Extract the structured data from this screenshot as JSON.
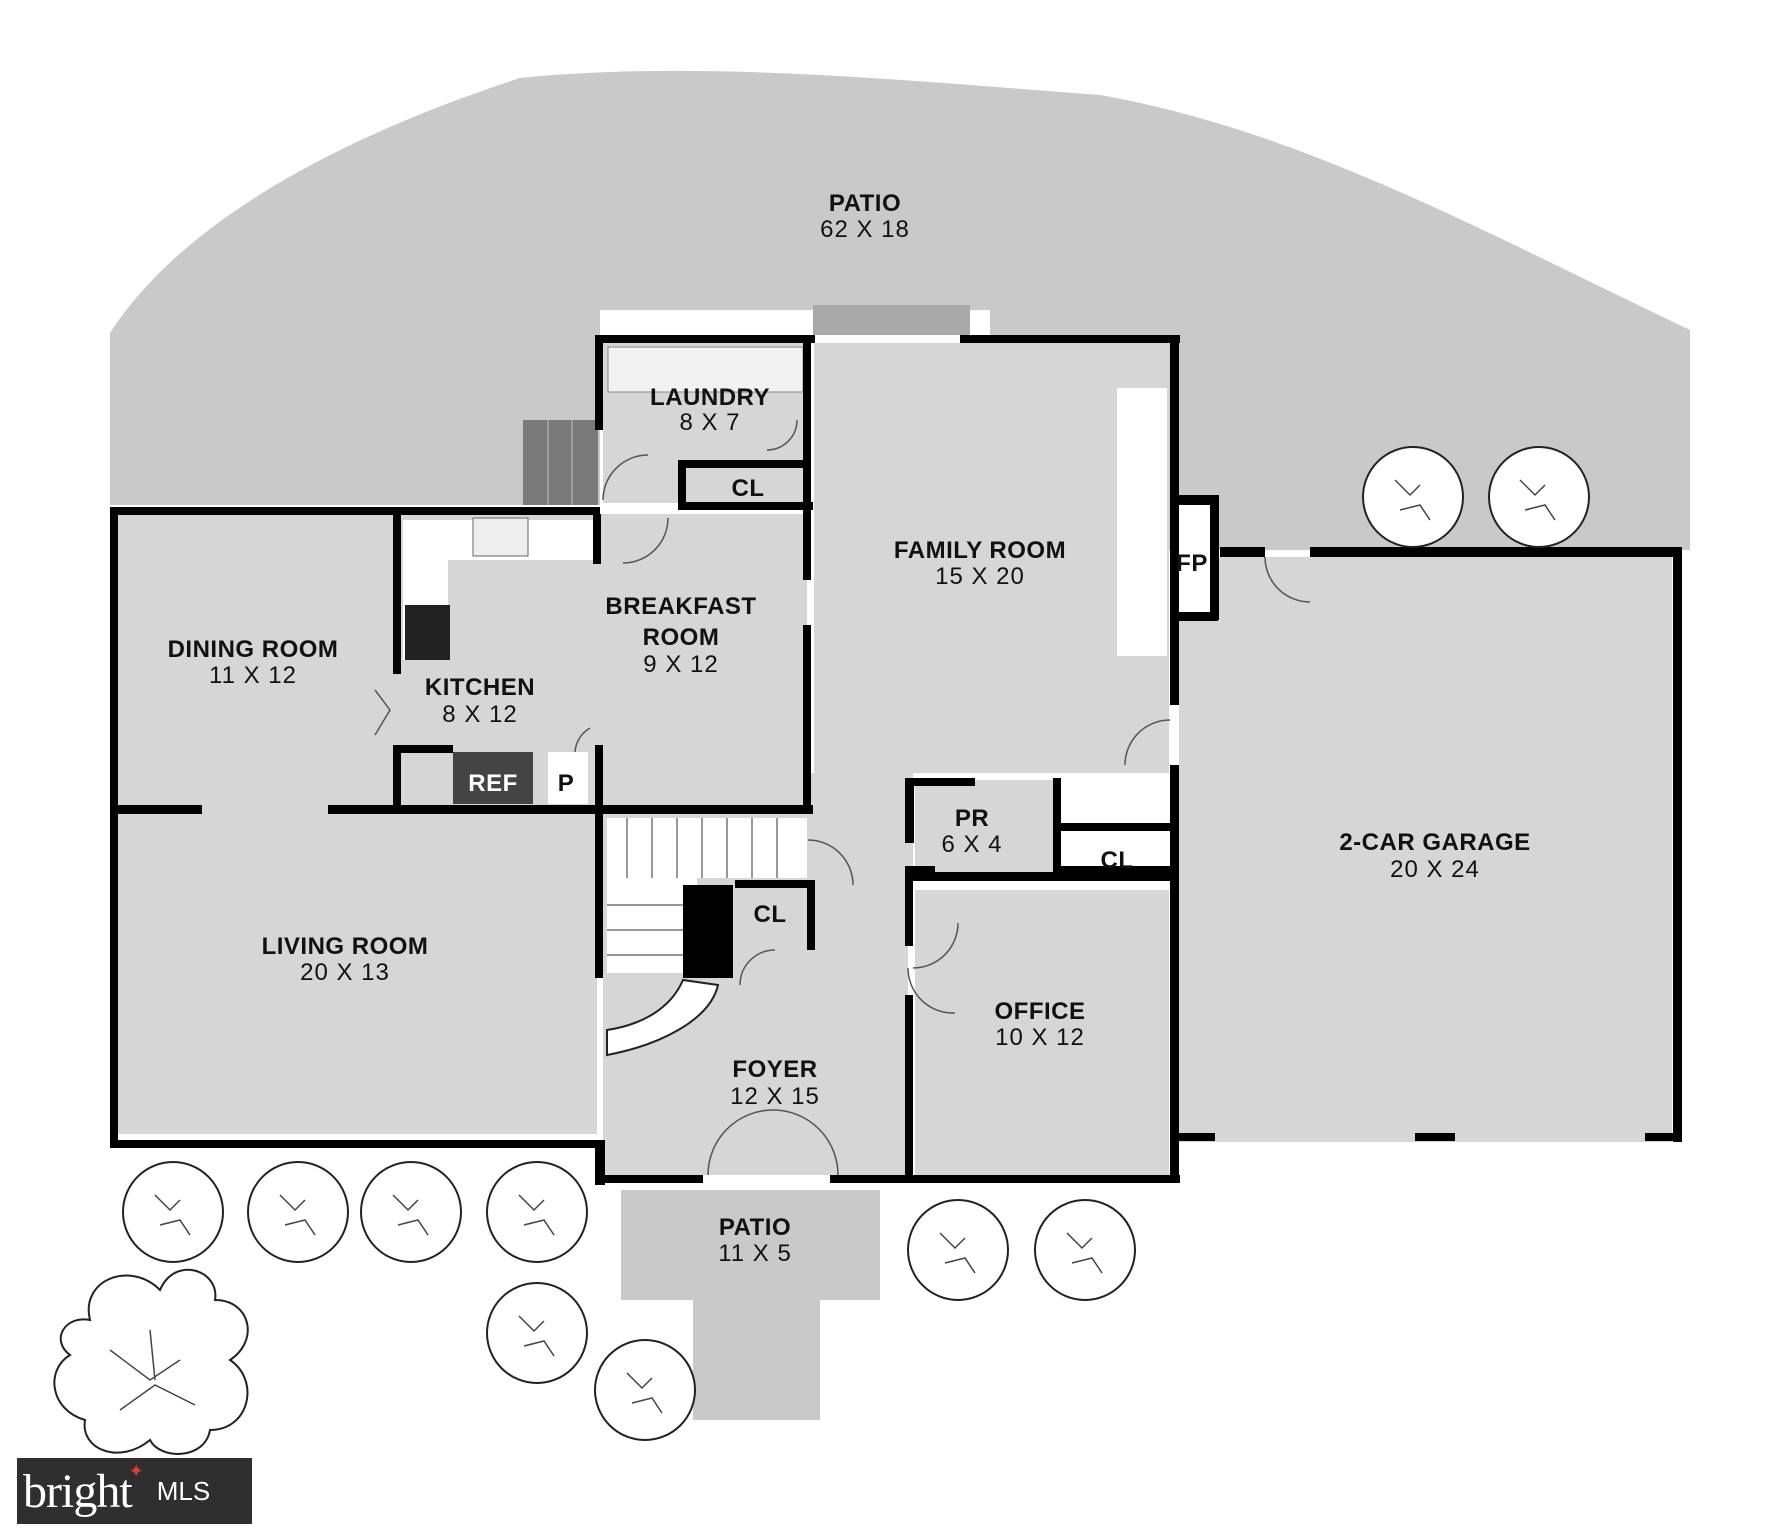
{
  "rooms": {
    "patio_back": {
      "name": "PATIO",
      "dims": "62 X 18"
    },
    "laundry": {
      "name": "LAUNDRY",
      "dims": "8 X 7"
    },
    "laundry_closet": {
      "name": "CL"
    },
    "family_room": {
      "name": "FAMILY ROOM",
      "dims": "15 X 20"
    },
    "fireplace": {
      "name": "FP"
    },
    "breakfast_room": {
      "name1": "BREAKFAST",
      "name2": "ROOM",
      "dims": "9 X 12"
    },
    "dining_room": {
      "name": "DINING ROOM",
      "dims": "11 X 12"
    },
    "kitchen": {
      "name": "KITCHEN",
      "dims": "8 X 12"
    },
    "refrigerator": {
      "name": "REF"
    },
    "pantry": {
      "name": "P"
    },
    "powder_room": {
      "name": "PR",
      "dims": "6 X 4"
    },
    "powder_closet": {
      "name": "CL"
    },
    "garage": {
      "name": "2-CAR GARAGE",
      "dims": "20 X 24"
    },
    "living_room": {
      "name": "LIVING ROOM",
      "dims": "20 X 13"
    },
    "foyer_closet": {
      "name": "CL"
    },
    "office": {
      "name": "OFFICE",
      "dims": "10 X 12"
    },
    "foyer": {
      "name": "FOYER",
      "dims": "12 X 15"
    },
    "patio_front": {
      "name": "PATIO",
      "dims": "11 X 5"
    }
  },
  "logo": {
    "brand": "bright",
    "suffix": "MLS"
  },
  "colors": {
    "room_fill": "#d6d6d6",
    "patio_fill": "#c9c9c9",
    "wall": "#000000",
    "logo_bg": "#2f2f2f",
    "logo_accent": "#e03a3a"
  }
}
